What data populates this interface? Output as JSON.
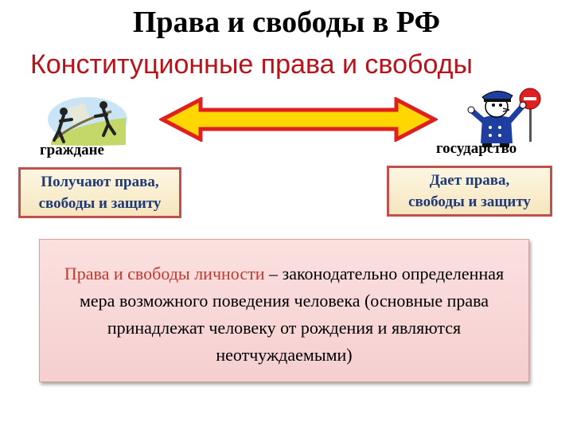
{
  "title": "Права и свободы в РФ",
  "subtitle": "Конституционные права и свободы",
  "left": {
    "label": "граждане",
    "box_line1": "Получают права,",
    "box_line2": "свободы и защиту",
    "picture_icon": "people-pulling-rope-icon"
  },
  "right": {
    "label": "государство",
    "box_line1": "Дает права,",
    "box_line2": "свободы и защиту",
    "picture_icon": "policeman-stop-sign-icon"
  },
  "arrow_icon": "double-headed-arrow-icon",
  "definition": {
    "term": "Права и свободы личности",
    "text": " – законодательно определенная мера возможного поведения человека (основные права принадлежат человеку от рождения и являются неотчуждаемыми)"
  },
  "colors": {
    "subtitle": "#b8121b",
    "box_border": "#c0504d",
    "box_text": "#1f3a78",
    "arrow_fill": "#ffd700",
    "arrow_stroke": "#e02020",
    "term": "#c0392b"
  }
}
